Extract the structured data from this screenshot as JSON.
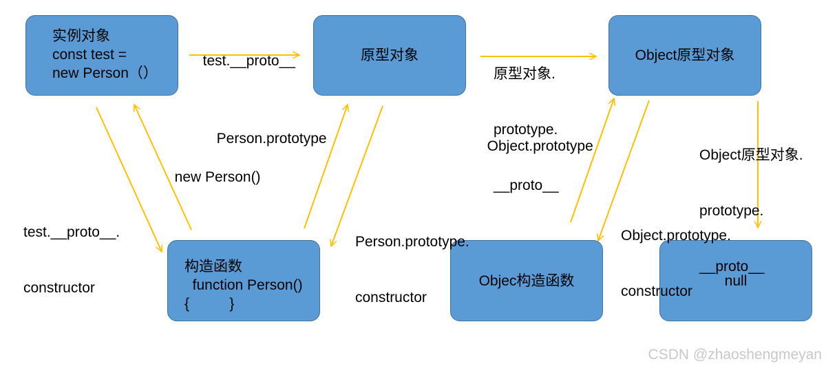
{
  "colors": {
    "box_fill": "#5b9bd5",
    "box_border": "#41719c",
    "arrow": "#ffc000"
  },
  "nodes": {
    "instance": [
      "实例对象",
      "const test =",
      "new Person（）"
    ],
    "prototype": "原型对象",
    "object_prototype": "Object原型对象",
    "constructor": [
      "构造函数",
      "  function Person()",
      "{          }"
    ],
    "object_constructor": "Objec构造函数",
    "null": "null"
  },
  "labels": {
    "test_proto": "test.__proto__",
    "proto_proto": [
      "原型对象.",
      "prototype.",
      "__proto__"
    ],
    "person_prototype": "Person.prototype",
    "new_person": "new Person()",
    "object_prototype": "Object.prototype",
    "object_proto_proto": [
      "Object原型对象.",
      "prototype.",
      "__proto__"
    ],
    "test_proto_constructor": [
      "test.__proto__.",
      "constructor"
    ],
    "person_prototype_constructor": [
      "Person.prototype.",
      "constructor"
    ],
    "object_prototype_constructor": [
      "Object.prototype.",
      "constructor"
    ]
  },
  "watermark": "CSDN @zhaoshengmeyan"
}
